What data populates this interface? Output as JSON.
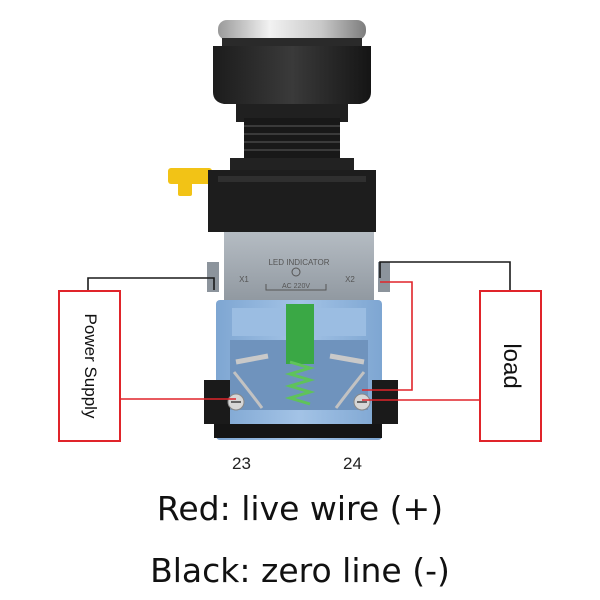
{
  "labels": {
    "power_supply": "Power Supply",
    "load": "load",
    "terminal_left": "23",
    "terminal_right": "24",
    "module_title": "LED INDICATOR",
    "module_x1": "X1",
    "module_x2": "X2",
    "module_voltage": "AC 220V"
  },
  "legend": {
    "red": "Red: live wire (+)",
    "black": "Black: zero line (-)"
  },
  "colors": {
    "live_wire": "#e0242a",
    "zero_wire": "#1a1a1a",
    "module_blue": "#8eb4dc",
    "module_gray": "#9aa2aa",
    "plunger_green": "#3aa845"
  }
}
